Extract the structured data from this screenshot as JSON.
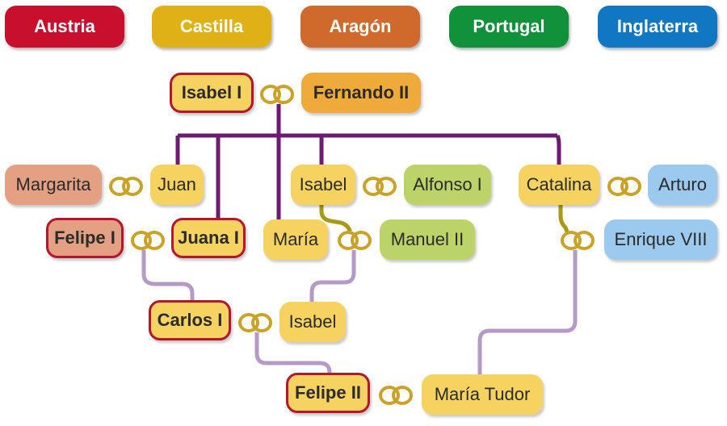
{
  "colors": {
    "austria": "#c8102e",
    "castilla": "#e0b115",
    "aragon": "#d06a2c",
    "portugal": "#10913a",
    "inglaterra": "#1277c3",
    "castilla_light": "#f6d360",
    "aragon_light": "#f0aa3a",
    "austria_light": "#e3a083",
    "portugal_light": "#bcd467",
    "inglaterra_light": "#9cc9ee",
    "line_main": "#6d1a72",
    "line_olive": "#a99a16",
    "line_light": "#b59ac8"
  },
  "legend": {
    "austria": "Austria",
    "castilla": "Castilla",
    "aragon": "Aragón",
    "portugal": "Portugal",
    "inglaterra": "Inglaterra"
  },
  "people": {
    "isabel_i": "Isabel I",
    "fernando_ii": "Fernando II",
    "margarita": "Margarita",
    "juan": "Juan",
    "isabel": "Isabel",
    "alfonso_i": "Alfonso I",
    "catalina": "Catalina",
    "arturo": "Arturo",
    "felipe_i": "Felipe I",
    "juana_i": "Juana I",
    "maria": "María",
    "manuel_ii": "Manuel II",
    "enrique_viii": "Enrique VIII",
    "carlos_i": "Carlos I",
    "isabel_portugal": "Isabel",
    "felipe_ii": "Felipe II",
    "maria_tudor": "María Tudor"
  },
  "icons": {
    "marriage": "wedding-rings-icon"
  }
}
